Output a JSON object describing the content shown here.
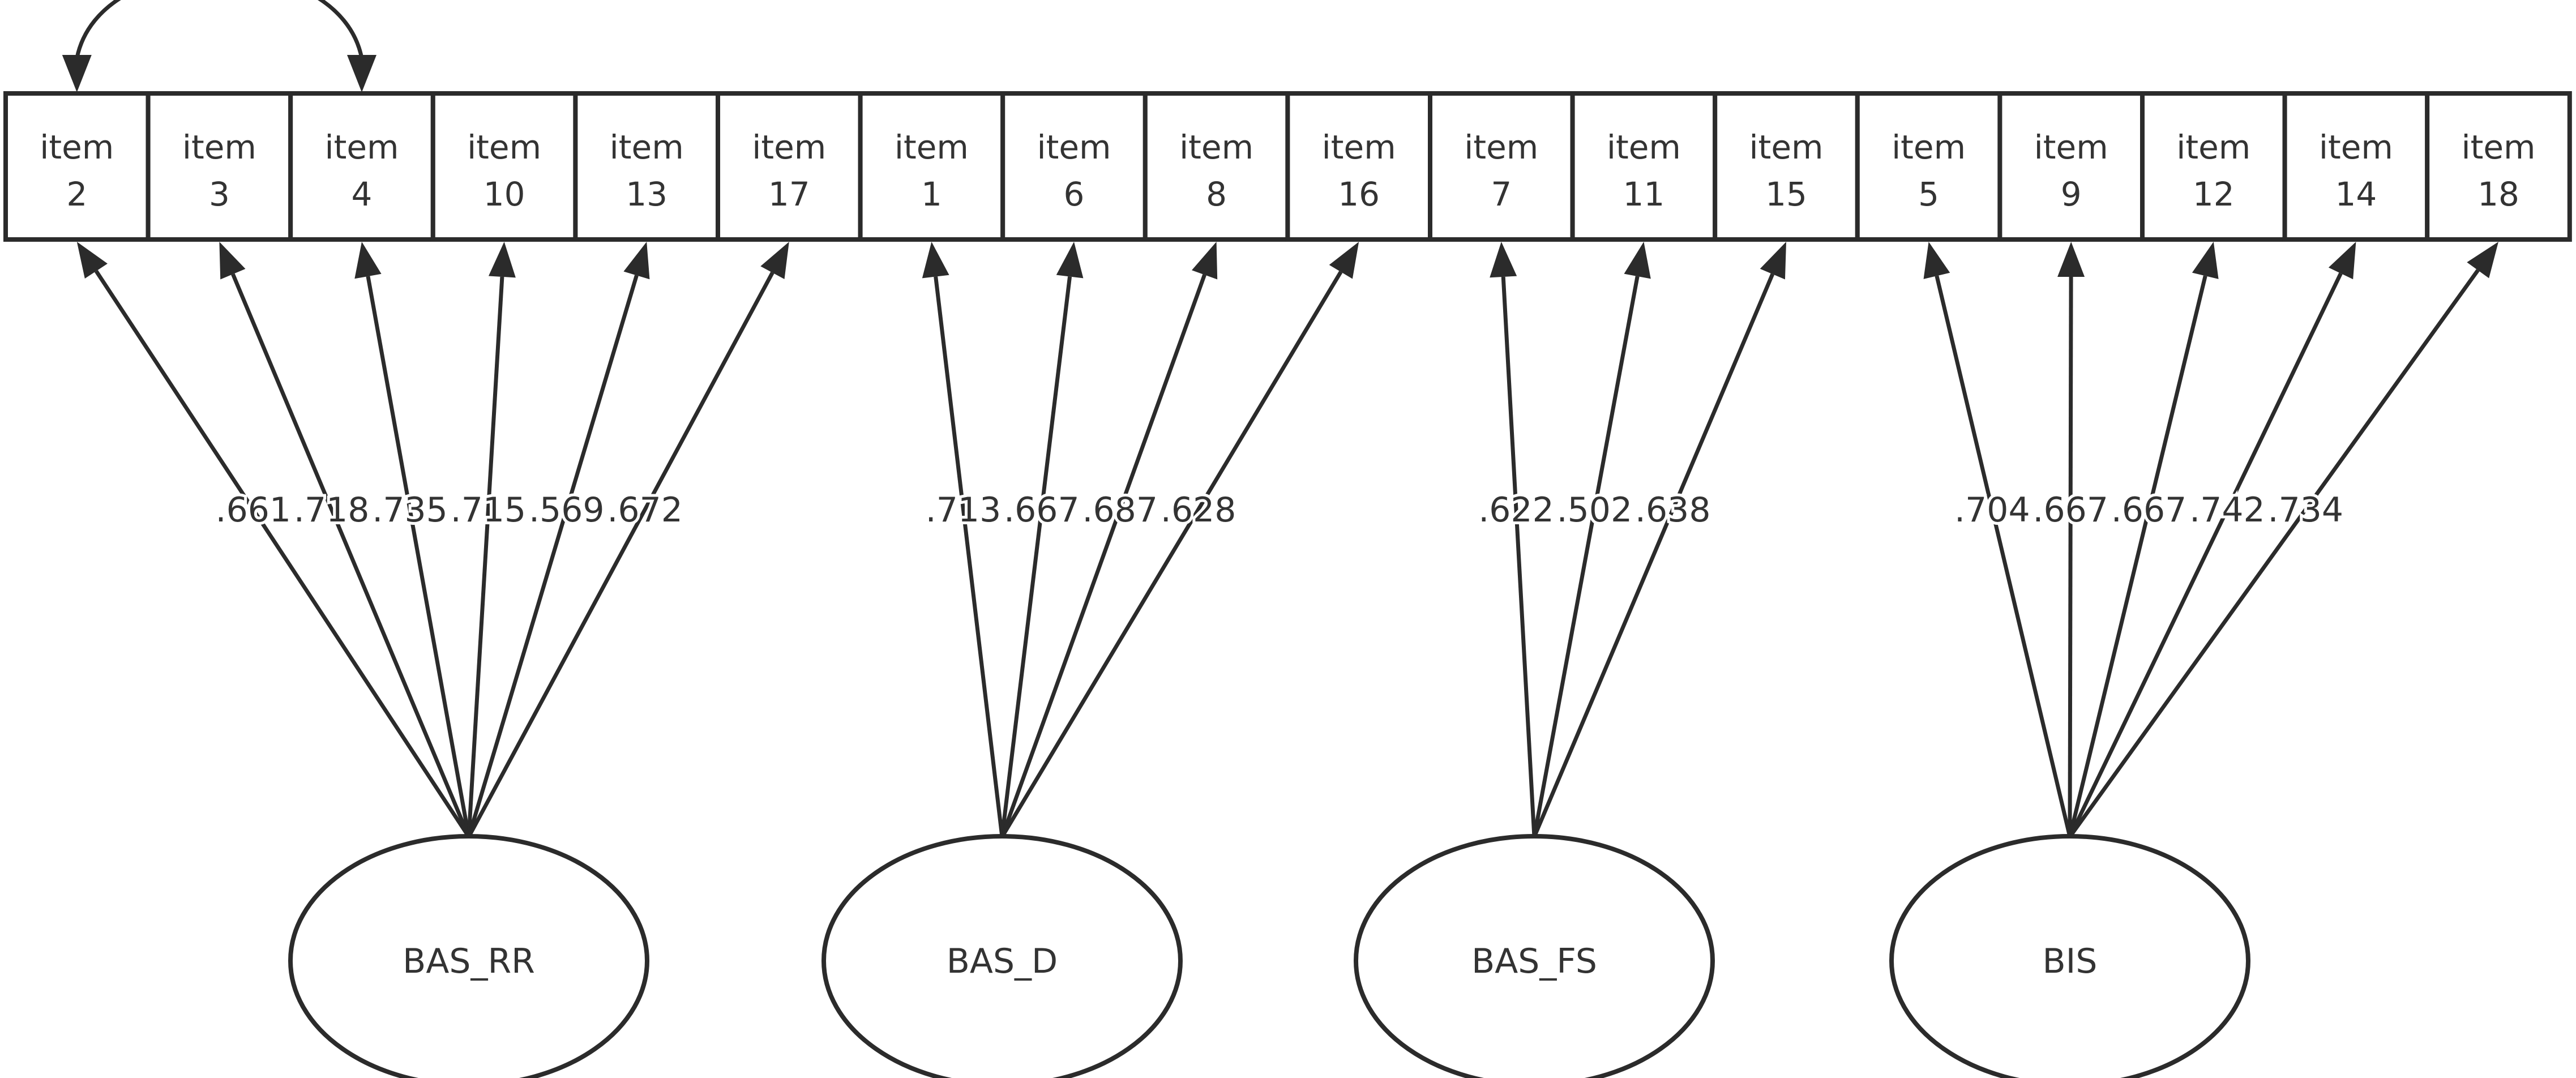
{
  "items": [
    {
      "line1": "item",
      "line2": "2"
    },
    {
      "line1": "item",
      "line2": "3"
    },
    {
      "line1": "item",
      "line2": "4"
    },
    {
      "line1": "item",
      "line2": "10"
    },
    {
      "line1": "item",
      "line2": "13"
    },
    {
      "line1": "item",
      "line2": "17"
    },
    {
      "line1": "item",
      "line2": "1"
    },
    {
      "line1": "item",
      "line2": "6"
    },
    {
      "line1": "item",
      "line2": "8"
    },
    {
      "line1": "item",
      "line2": "16"
    },
    {
      "line1": "item",
      "line2": "7"
    },
    {
      "line1": "item",
      "line2": "11"
    },
    {
      "line1": "item",
      "line2": "15"
    },
    {
      "line1": "item",
      "line2": "5"
    },
    {
      "line1": "item",
      "line2": "9"
    },
    {
      "line1": "item",
      "line2": "12"
    },
    {
      "line1": "item",
      "line2": "14"
    },
    {
      "line1": "item",
      "line2": "18"
    }
  ],
  "factors": [
    {
      "label": "BAS_RR",
      "items": [
        0,
        1,
        2,
        3,
        4,
        5
      ],
      "loadings": [
        ".661",
        ".718",
        ".735",
        ".715",
        ".569",
        ".672"
      ]
    },
    {
      "label": "BAS_D",
      "items": [
        6,
        7,
        8,
        9
      ],
      "loadings": [
        ".713",
        ".667",
        ".687",
        ".628"
      ]
    },
    {
      "label": "BAS_FS",
      "items": [
        10,
        11,
        12
      ],
      "loadings": [
        ".622",
        ".502",
        ".638"
      ]
    },
    {
      "label": "BIS",
      "items": [
        13,
        14,
        15,
        16,
        17
      ],
      "loadings": [
        ".704",
        ".667",
        ".667",
        ".742",
        ".734"
      ]
    }
  ],
  "correlations": [
    {
      "from": 0,
      "to": 2
    }
  ],
  "colors": {
    "stroke": "#2b2b2b",
    "text": "#333333",
    "background": "#ffffff"
  }
}
